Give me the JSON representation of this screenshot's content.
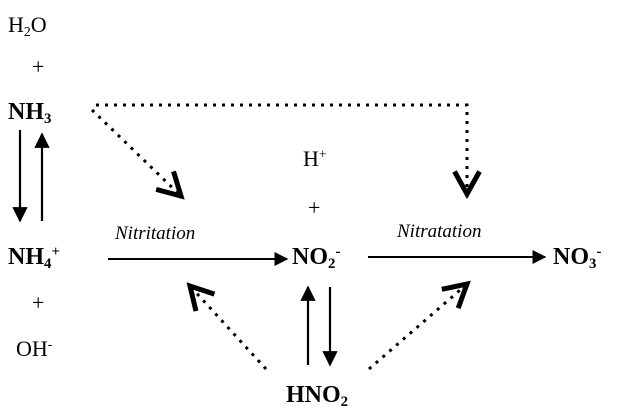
{
  "species": {
    "h2o": {
      "base": "H",
      "sub": "2",
      "tail": "O"
    },
    "nh3": {
      "base": "NH",
      "sub": "3"
    },
    "nh4": {
      "base": "NH",
      "sub": "4",
      "sup": "+"
    },
    "oh": {
      "base": "OH",
      "sup": "-"
    },
    "h_ion": {
      "base": "H",
      "sup": "+"
    },
    "no2": {
      "base": "NO",
      "sub": "2",
      "sup": "-"
    },
    "no3": {
      "base": "NO",
      "sub": "3",
      "sup": "-"
    },
    "hno2": {
      "base": "HNO",
      "sub": "2"
    }
  },
  "operators": {
    "plus_top": "+",
    "plus_left": "+",
    "plus_middle": "+"
  },
  "processes": {
    "nitritation": "Nitritation",
    "nitratation": "Nitratation"
  },
  "colors": {
    "ink": "#000000",
    "background": "#ffffff"
  }
}
